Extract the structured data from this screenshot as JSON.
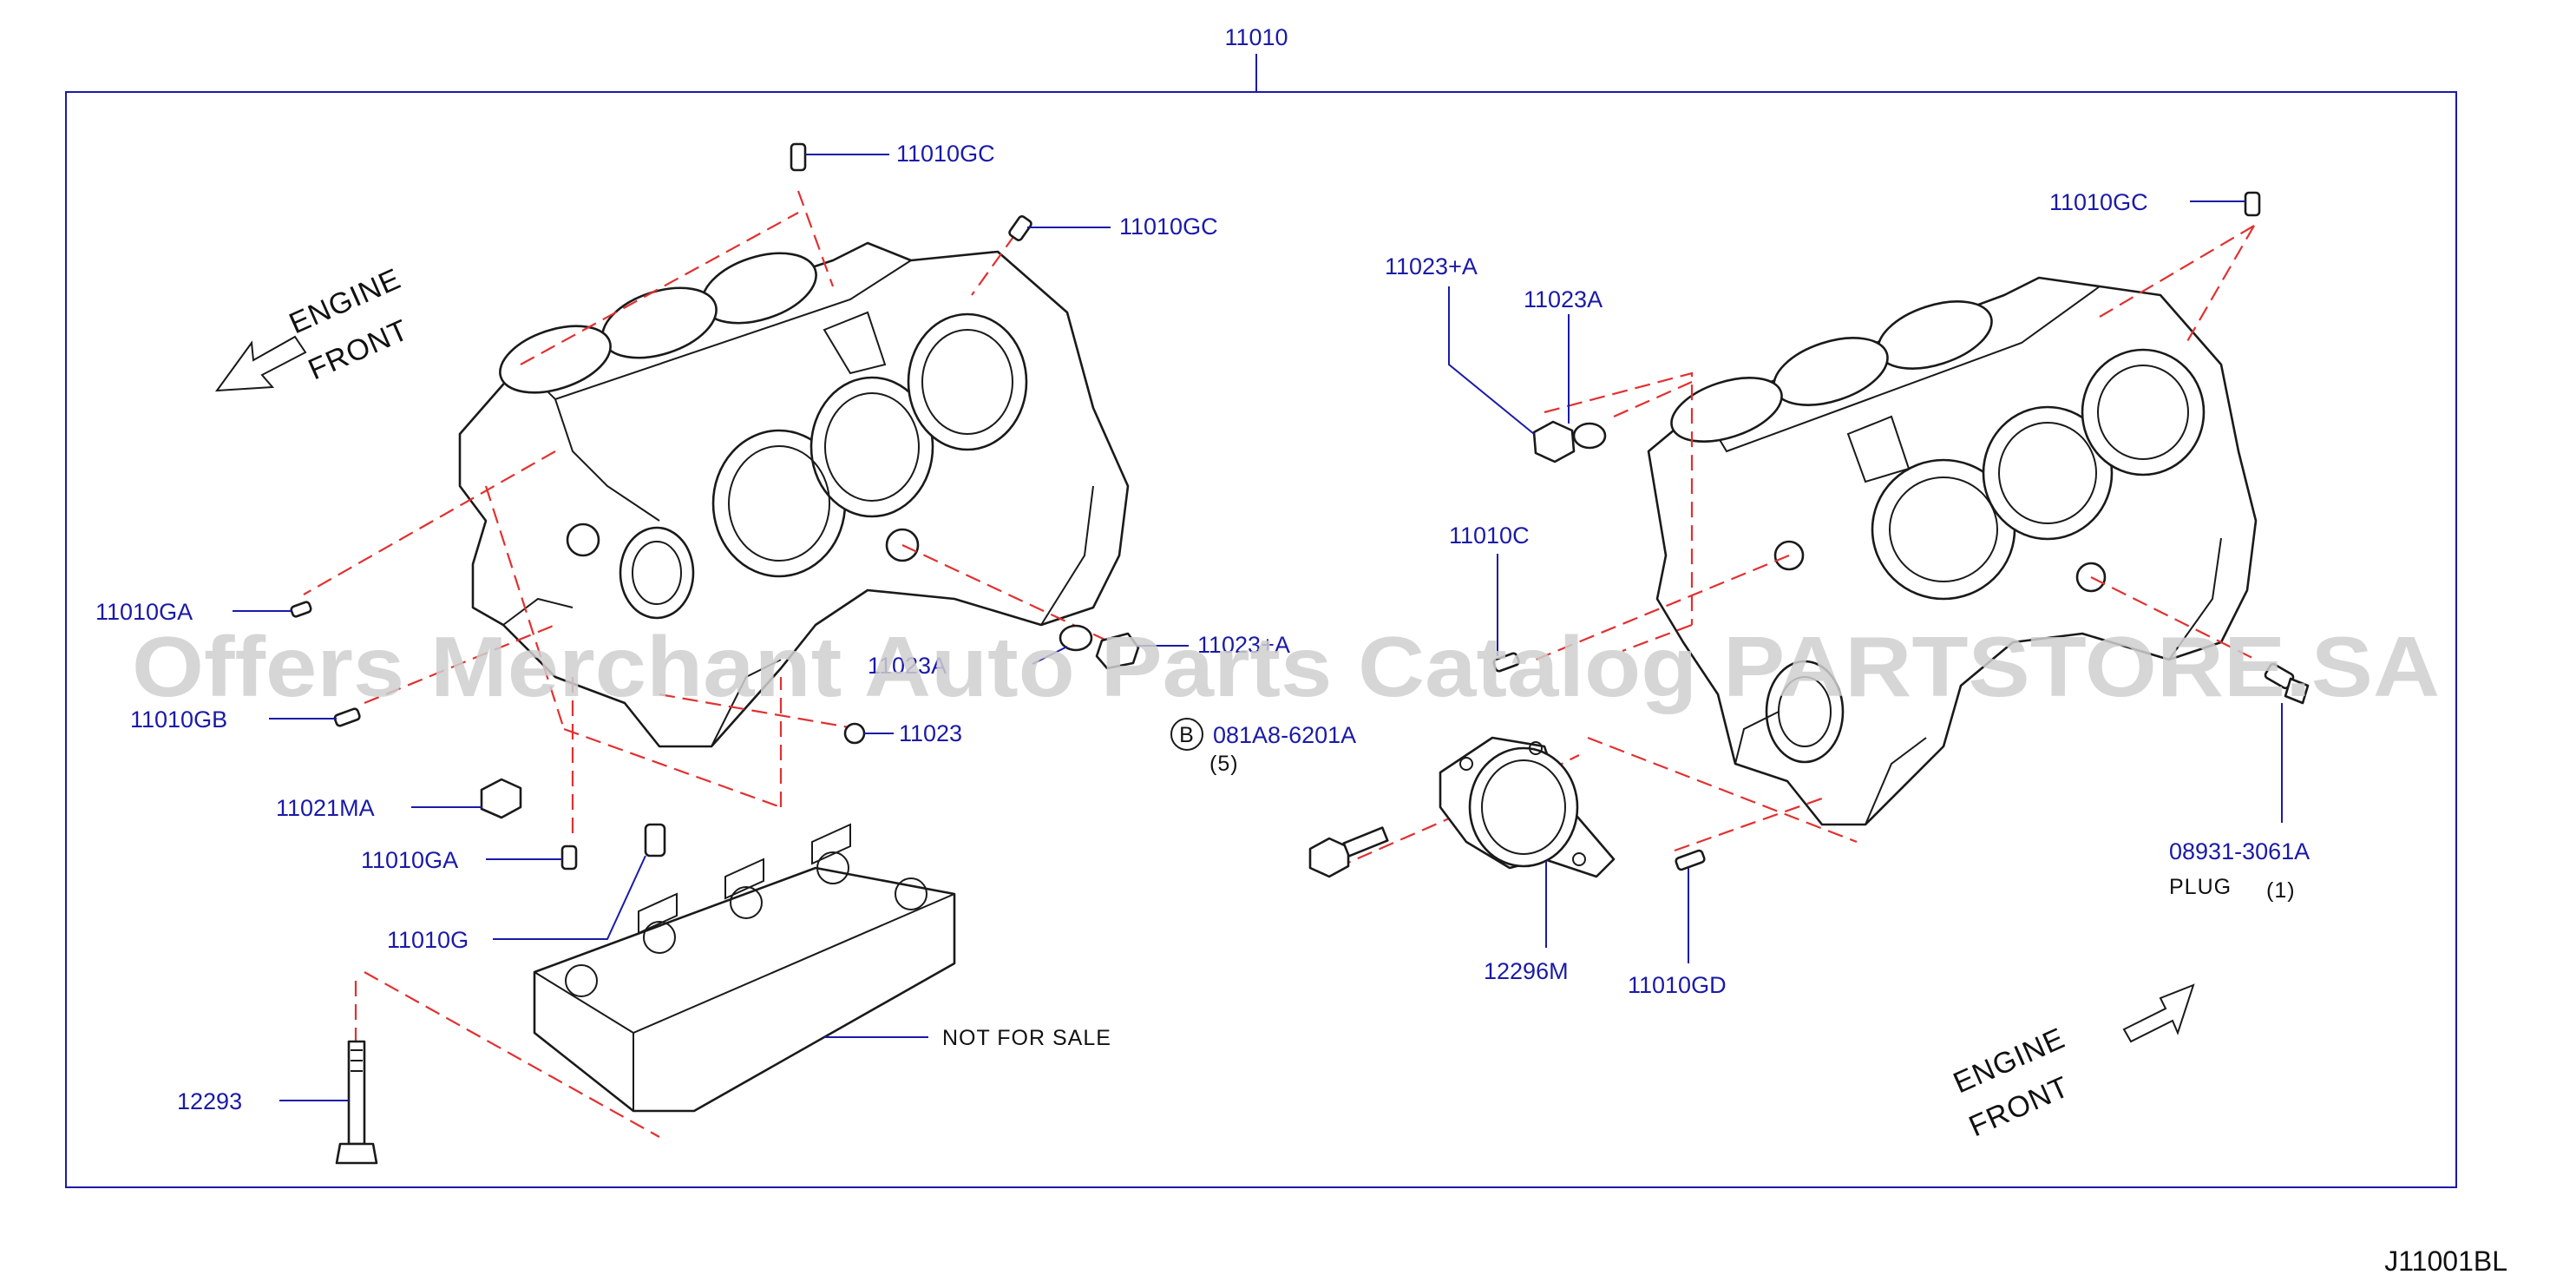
{
  "diagram_code": "J11001BL",
  "watermark": "Offers Merchant Auto Parts Catalog PARTSTORE.SA",
  "engine_front_left": [
    "ENGINE",
    "FRONT"
  ],
  "engine_front_right": [
    "ENGINE",
    "FRONT"
  ],
  "colors": {
    "callout": "#1a1aa8",
    "dashed_line": "#e23030",
    "linework": "#1a1a1a",
    "watermark": "#cfcfcf"
  },
  "callouts": {
    "assembly": "11010",
    "gc_top_left_1": "11010GC",
    "gc_top_left_2": "11010GC",
    "gc_top_right": "11010GC",
    "ga_left": "11010GA",
    "gb": "11010GB",
    "ma": "11021MA",
    "ga_bottom": "11010GA",
    "g": "11010G",
    "bolt_12293": "12293",
    "a_left": "11023A",
    "a_right": "11023+A",
    "plug_11023": "11023",
    "plus_a": "11023+A",
    "a_top": "11023A",
    "c": "11010C",
    "bolt": "081A8-6201A",
    "bolt_qty": "(5)",
    "bolt_mark": "B",
    "seal": "12296M",
    "gd": "11010GD",
    "plug_part": "08931-3061A",
    "plug_name": "PLUG",
    "plug_qty": "(1)",
    "not_for_sale": "NOT   FOR   SALE"
  }
}
